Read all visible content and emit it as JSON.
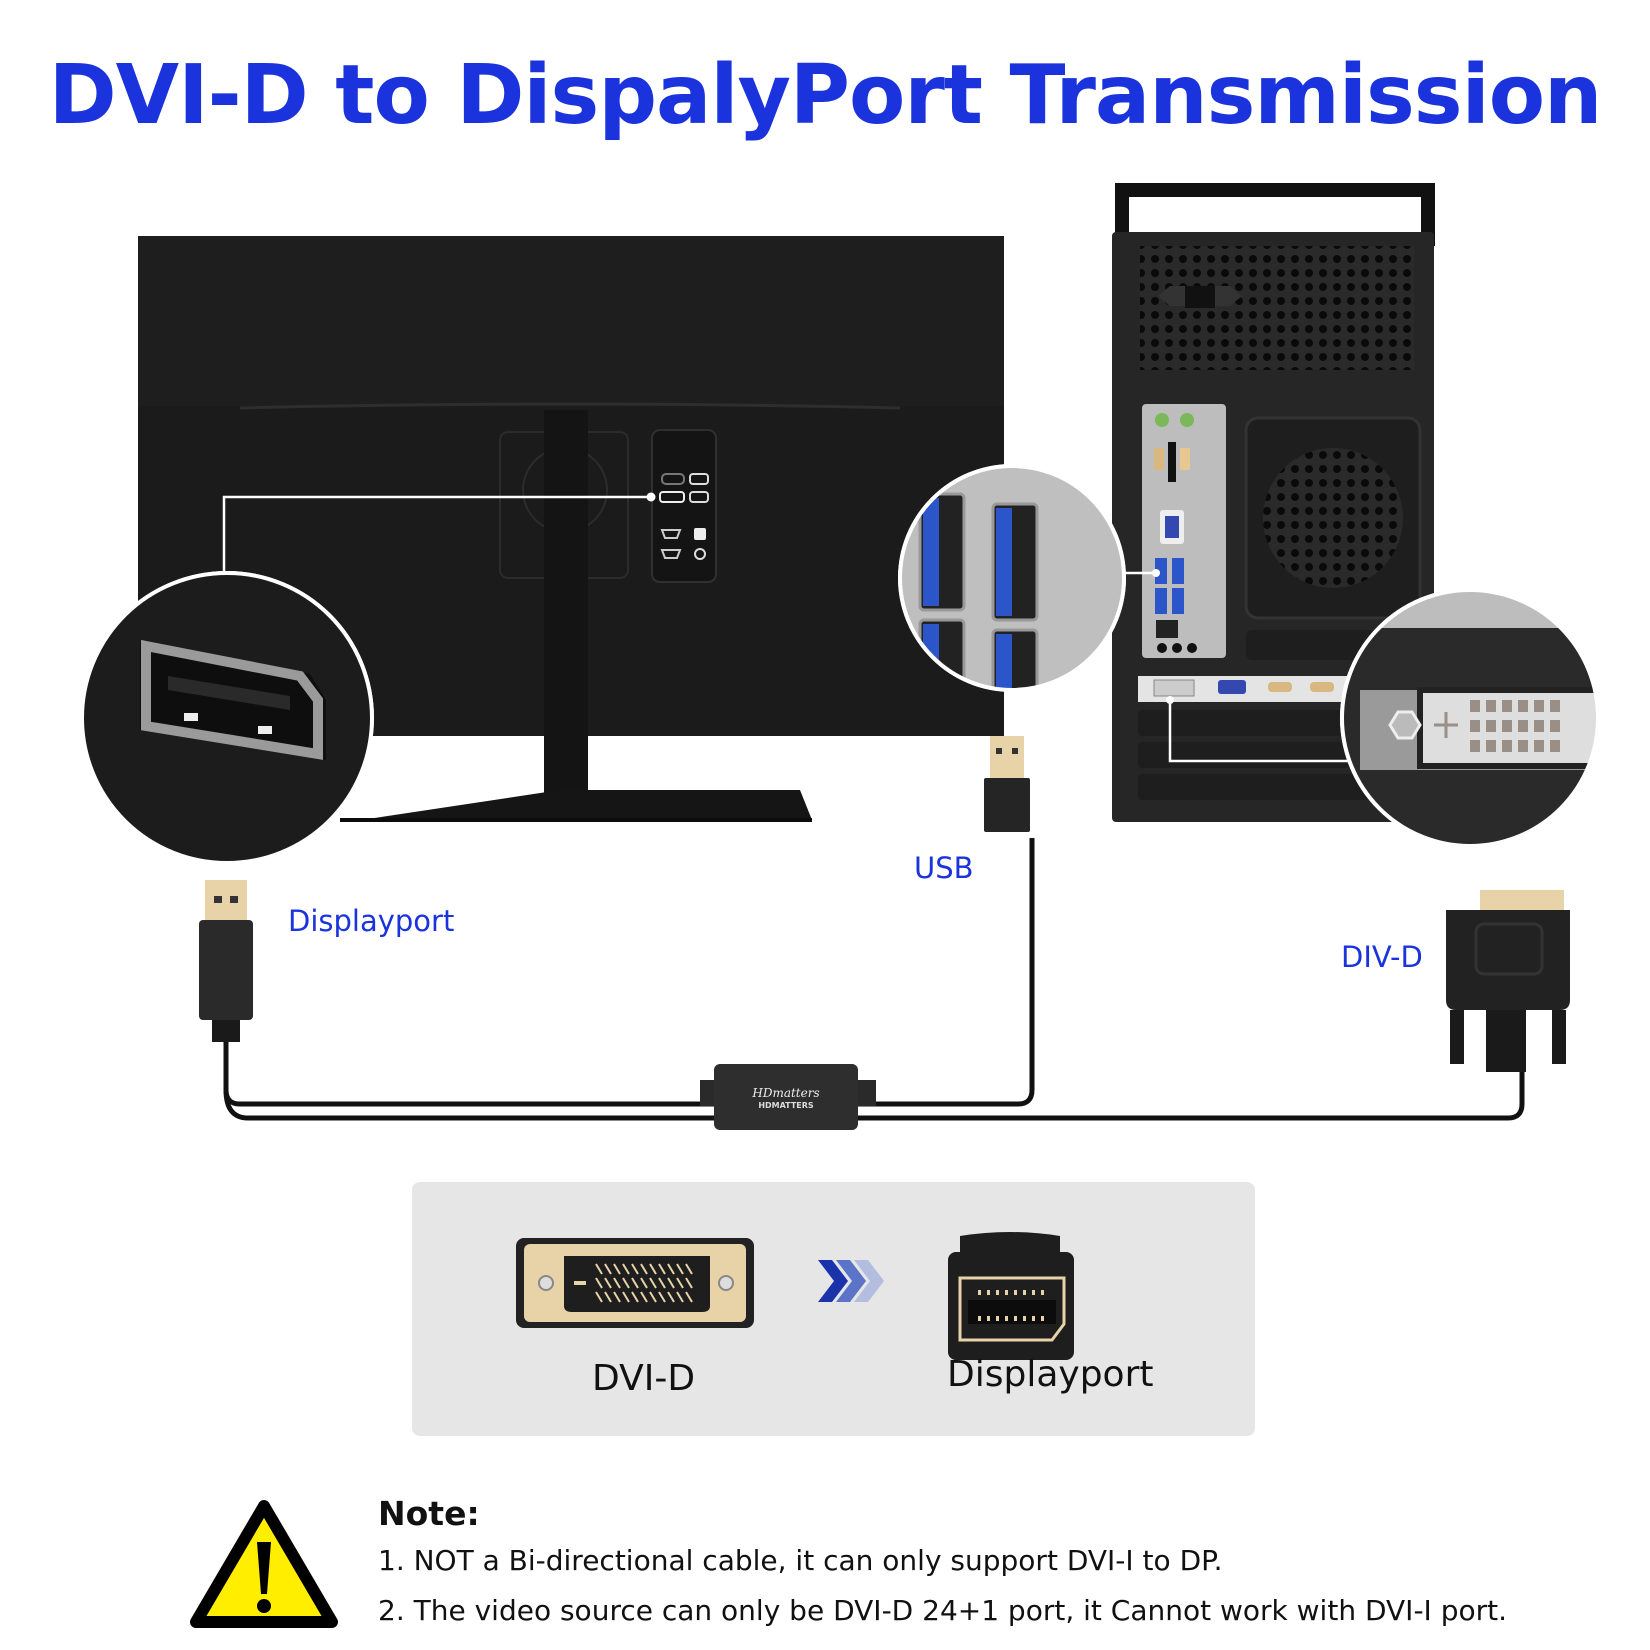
{
  "title": "DVI-D to DispalyPort Transmission",
  "labels": {
    "displayport": "Displayport",
    "usb": "USB",
    "dvi_d_cable_end": "DIV-D"
  },
  "adapter_box": {
    "brand_script": "HDmatters",
    "brand": "HDMATTERS"
  },
  "conversion_panel": {
    "source_label": "DVI-D",
    "target_label": "Displayport",
    "arrow_icon": "triple-chevron-right-icon"
  },
  "note": {
    "heading": "Note:",
    "items": [
      "1. NOT a Bi-directional cable, it can only support DVI-I to DP.",
      "2. The video source can only be DVI-D 24+1 port, it Cannot work with DVI-I port."
    ],
    "icon": "warning-triangle-icon"
  },
  "colors": {
    "accent_blue": "#1a33dd",
    "warning_yellow": "#ffee00",
    "gold_connector": "#e8d2a8",
    "usb_blue": "#2c55c9"
  }
}
